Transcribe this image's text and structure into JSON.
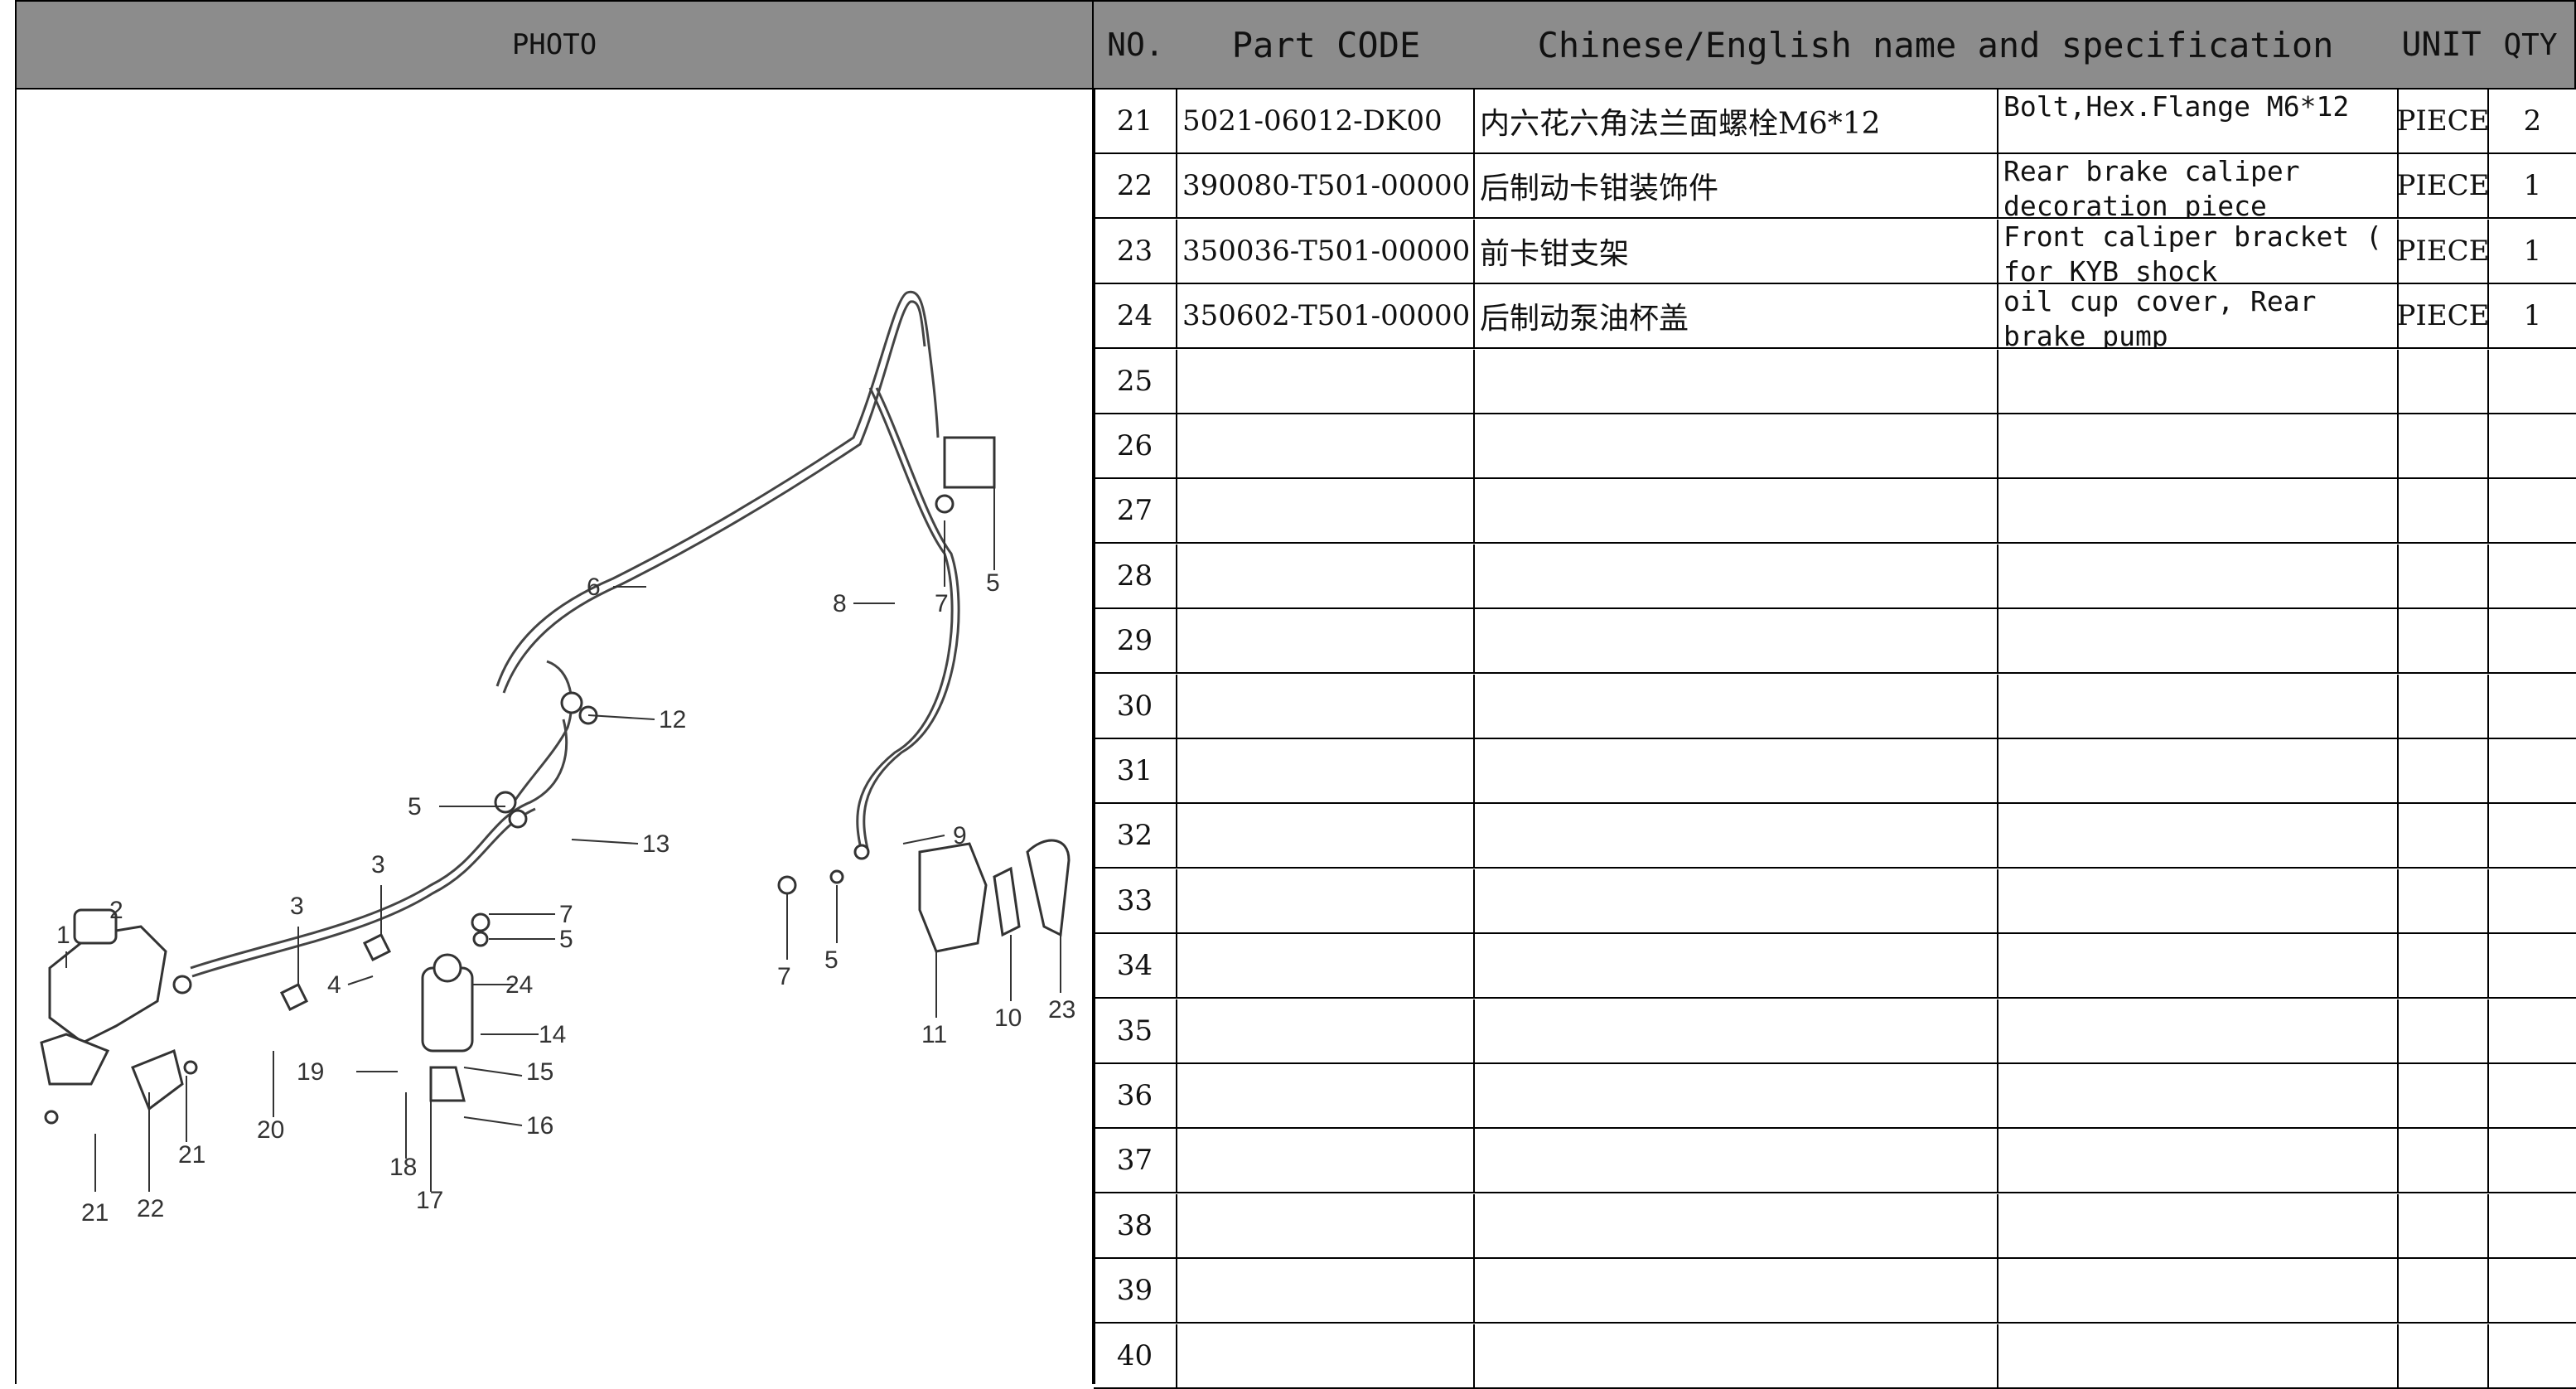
{
  "header": {
    "photo": "PHOTO",
    "no": "NO.",
    "part_code": "Part CODE",
    "name_spec": "Chinese/English name and specification",
    "unit": "UNIT",
    "qty": "QTY"
  },
  "rows": [
    {
      "no": "21",
      "code": "5021-06012-DK00",
      "cn": "内六花六角法兰面螺栓M6*12",
      "en": "Bolt,Hex.Flange M6*12",
      "unit": "PIECE",
      "qty": "2"
    },
    {
      "no": "22",
      "code": "390080-T501-00000",
      "cn": "后制动卡钳装饰件",
      "en": "Rear brake caliper decoration piece",
      "unit": "PIECE",
      "qty": "1"
    },
    {
      "no": "23",
      "code": "350036-T501-00000",
      "cn": "前卡钳支架",
      "en": "Front caliper bracket ( for KYB shock",
      "unit": "PIECE",
      "qty": "1"
    },
    {
      "no": "24",
      "code": "350602-T501-00000",
      "cn": "后制动泵油杯盖",
      "en": "oil cup cover, Rear brake pump",
      "unit": "PIECE",
      "qty": "1"
    },
    {
      "no": "25",
      "code": "",
      "cn": "",
      "en": "",
      "unit": "",
      "qty": ""
    },
    {
      "no": "26",
      "code": "",
      "cn": "",
      "en": "",
      "unit": "",
      "qty": ""
    },
    {
      "no": "27",
      "code": "",
      "cn": "",
      "en": "",
      "unit": "",
      "qty": ""
    },
    {
      "no": "28",
      "code": "",
      "cn": "",
      "en": "",
      "unit": "",
      "qty": ""
    },
    {
      "no": "29",
      "code": "",
      "cn": "",
      "en": "",
      "unit": "",
      "qty": ""
    },
    {
      "no": "30",
      "code": "",
      "cn": "",
      "en": "",
      "unit": "",
      "qty": ""
    },
    {
      "no": "31",
      "code": "",
      "cn": "",
      "en": "",
      "unit": "",
      "qty": ""
    },
    {
      "no": "32",
      "code": "",
      "cn": "",
      "en": "",
      "unit": "",
      "qty": ""
    },
    {
      "no": "33",
      "code": "",
      "cn": "",
      "en": "",
      "unit": "",
      "qty": ""
    },
    {
      "no": "34",
      "code": "",
      "cn": "",
      "en": "",
      "unit": "",
      "qty": ""
    },
    {
      "no": "35",
      "code": "",
      "cn": "",
      "en": "",
      "unit": "",
      "qty": ""
    },
    {
      "no": "36",
      "code": "",
      "cn": "",
      "en": "",
      "unit": "",
      "qty": ""
    },
    {
      "no": "37",
      "code": "",
      "cn": "",
      "en": "",
      "unit": "",
      "qty": ""
    },
    {
      "no": "38",
      "code": "",
      "cn": "",
      "en": "",
      "unit": "",
      "qty": ""
    },
    {
      "no": "39",
      "code": "",
      "cn": "",
      "en": "",
      "unit": "",
      "qty": ""
    },
    {
      "no": "40",
      "code": "",
      "cn": "",
      "en": "",
      "unit": "",
      "qty": ""
    }
  ],
  "diagram": {
    "callouts": [
      "1",
      "2",
      "3",
      "3",
      "4",
      "5",
      "5",
      "5",
      "5",
      "6",
      "7",
      "7",
      "7",
      "8",
      "9",
      "10",
      "11",
      "12",
      "13",
      "14",
      "15",
      "16",
      "17",
      "18",
      "19",
      "20",
      "21",
      "21",
      "22",
      "23",
      "24"
    ]
  }
}
